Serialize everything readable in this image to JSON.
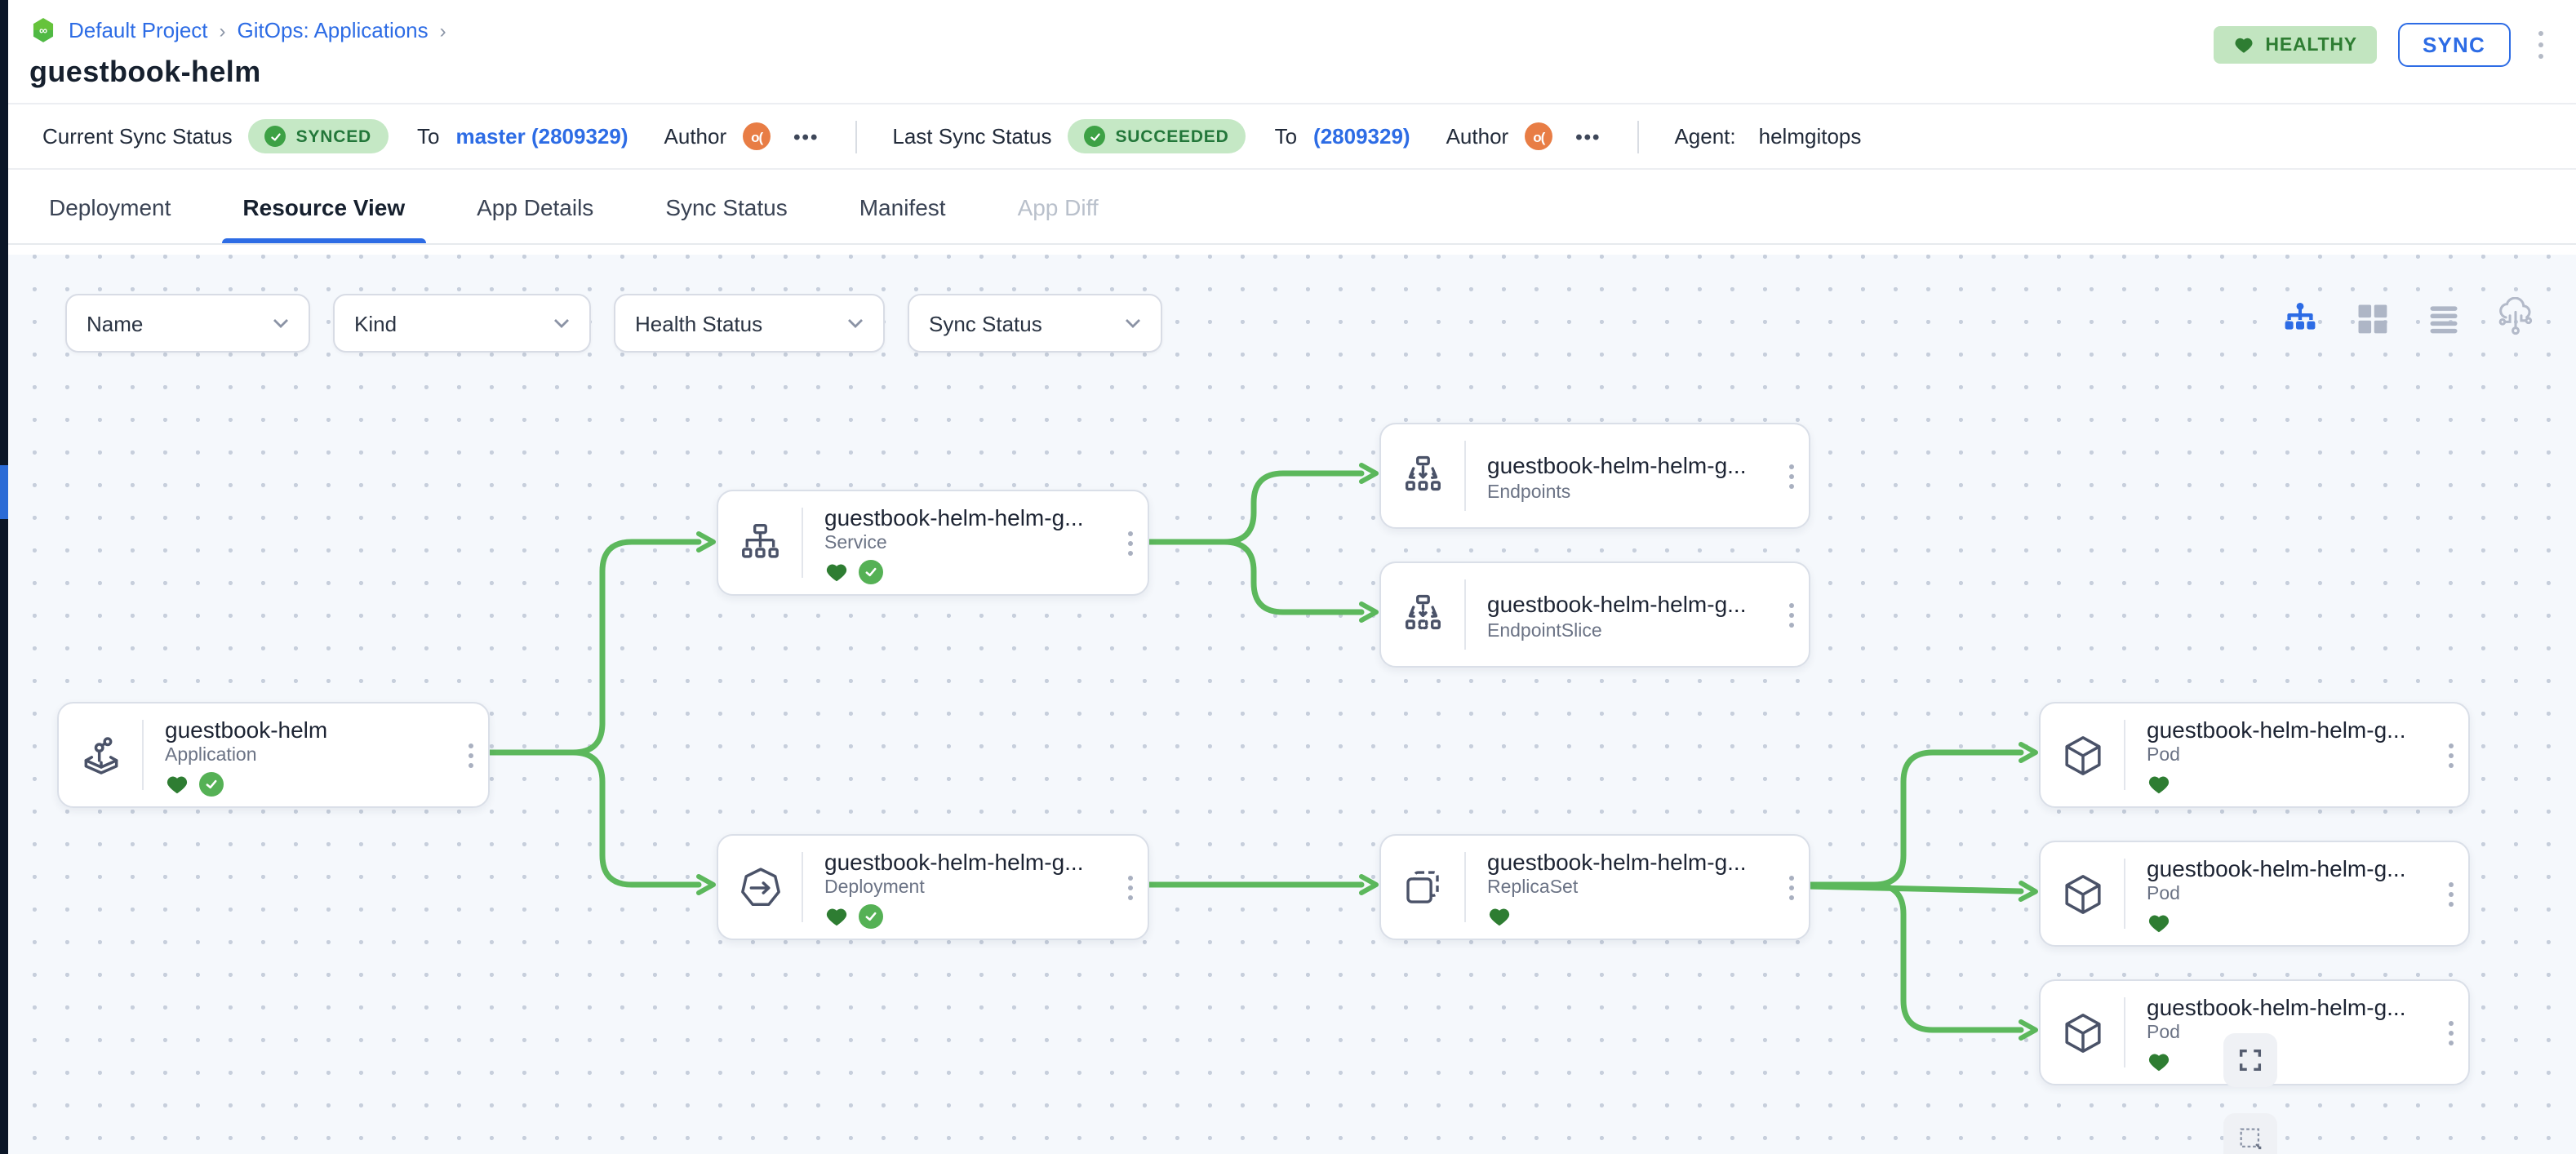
{
  "colors": {
    "accent_blue": "#2d6ce5",
    "edge_green": "#5cb85c",
    "health_green": "#2e7d32",
    "badge_bg_green": "#c5e8c5",
    "avatar_orange": "#e87d45",
    "rail_dark": "#0b1627"
  },
  "breadcrumb": {
    "logo_icon": "codefresh-logo",
    "items": [
      {
        "label": "Default Project"
      },
      {
        "label": "GitOps: Applications"
      }
    ],
    "separator": "›"
  },
  "header": {
    "title": "guestbook-helm",
    "health_badge": "HEALTHY",
    "sync_button": "SYNC"
  },
  "status_bar": {
    "current_label": "Current Sync Status",
    "current_badge": "SYNCED",
    "current_to_label": "To",
    "current_revision": "master (2809329)",
    "current_author_label": "Author",
    "current_avatar": "o(",
    "current_more": "•••",
    "last_label": "Last Sync Status",
    "last_badge": "SUCCEEDED",
    "last_to_label": "To",
    "last_revision": "(2809329)",
    "last_author_label": "Author",
    "last_avatar": "o(",
    "last_more": "•••",
    "agent_label": "Agent:",
    "agent_value": "helmgitops"
  },
  "tabs": [
    {
      "label": "Deployment"
    },
    {
      "label": "Resource View"
    },
    {
      "label": "App Details"
    },
    {
      "label": "Sync Status"
    },
    {
      "label": "Manifest"
    },
    {
      "label": "App Diff"
    }
  ],
  "filters": [
    {
      "label": "Name"
    },
    {
      "label": "Kind"
    },
    {
      "label": "Health Status"
    },
    {
      "label": "Sync Status"
    }
  ],
  "view_toggles": [
    "tree-view",
    "grid-view",
    "list-view",
    "cluster-view"
  ],
  "nodes": [
    {
      "title": "guestbook-helm",
      "kind": "Application",
      "healthy": true,
      "synced": true
    },
    {
      "title": "guestbook-helm-helm-g...",
      "kind": "Service",
      "healthy": true,
      "synced": true
    },
    {
      "title": "guestbook-helm-helm-g...",
      "kind": "Endpoints",
      "healthy": false,
      "synced": false
    },
    {
      "title": "guestbook-helm-helm-g...",
      "kind": "EndpointSlice",
      "healthy": false,
      "synced": false
    },
    {
      "title": "guestbook-helm-helm-g...",
      "kind": "Deployment",
      "healthy": true,
      "synced": true
    },
    {
      "title": "guestbook-helm-helm-g...",
      "kind": "ReplicaSet",
      "healthy": true,
      "synced": false
    },
    {
      "title": "guestbook-helm-helm-g...",
      "kind": "Pod",
      "healthy": true,
      "synced": false
    },
    {
      "title": "guestbook-helm-helm-g...",
      "kind": "Pod",
      "healthy": true,
      "synced": false
    },
    {
      "title": "guestbook-helm-helm-g...",
      "kind": "Pod",
      "healthy": true,
      "synced": false
    }
  ]
}
